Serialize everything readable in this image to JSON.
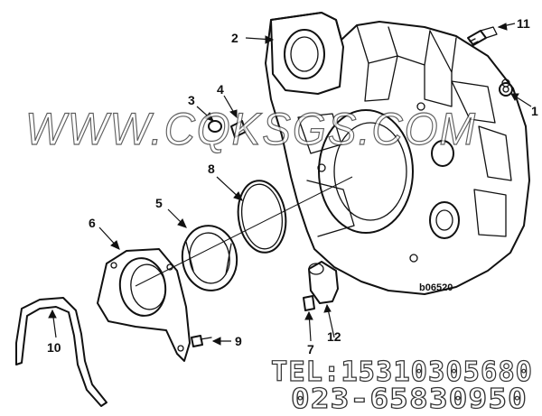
{
  "callouts": {
    "c1": "1",
    "c2": "2",
    "c3": "3",
    "c4": "4",
    "c5": "5",
    "c6": "6",
    "c7": "7",
    "c8": "8",
    "c9": "9",
    "c10": "10",
    "c11": "11",
    "c12": "12"
  },
  "watermark": "WWW.CQKSGS.COM",
  "contact": {
    "tel": "TEL:15310305680",
    "phone": "023-65830950"
  },
  "drawing_stamp": "b06520"
}
